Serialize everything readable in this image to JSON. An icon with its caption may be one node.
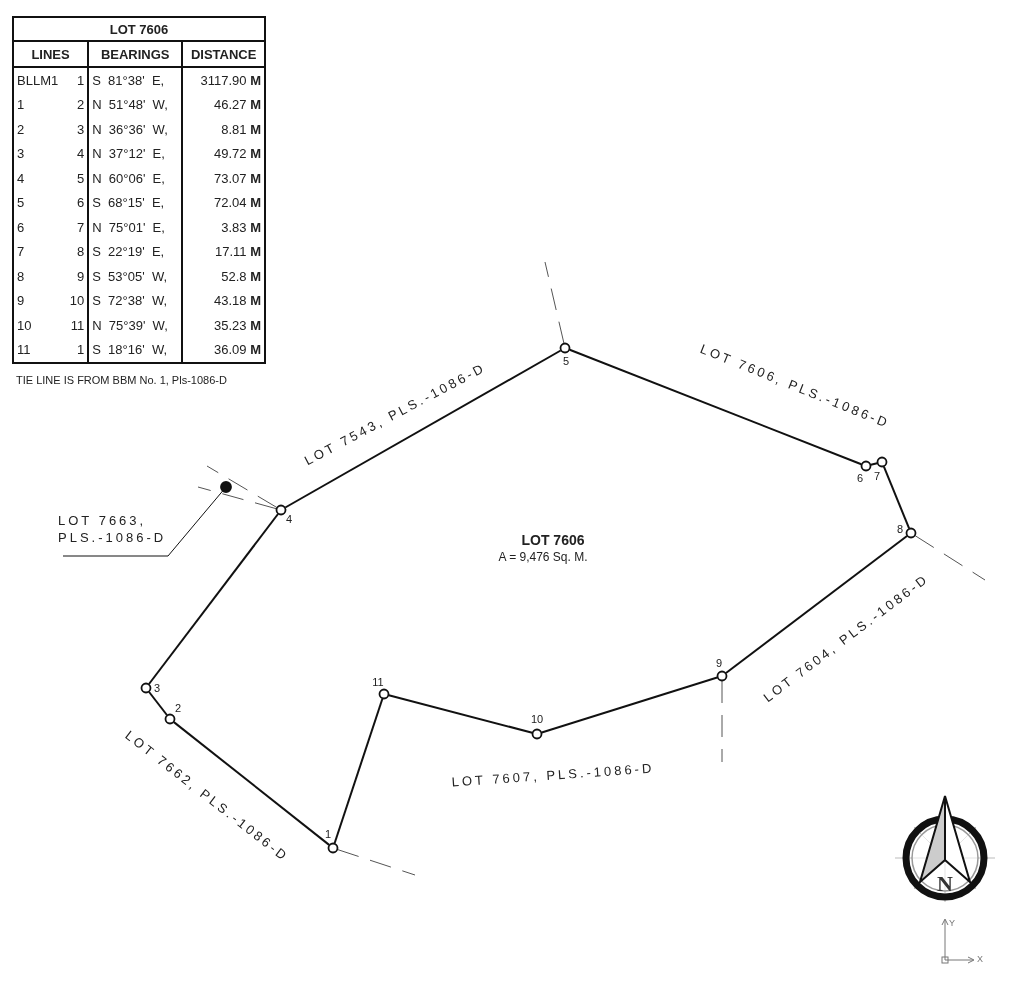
{
  "diagram": {
    "nodes": [
      {
        "text": [],
        "shape": "circle",
        "beside": [
          "1"
        ]
      },
      {
        "text": [],
        "shape": "circle",
        "beside": [
          "2"
        ]
      },
      {
        "text": [],
        "shape": "circle",
        "beside": [
          "3"
        ]
      },
      {
        "text": [],
        "shape": "circle",
        "beside": [
          "4"
        ]
      },
      {
        "text": [],
        "shape": "circle",
        "beside": [
          "5"
        ]
      },
      {
        "text": [],
        "shape": "circle",
        "beside": [
          "6"
        ]
      },
      {
        "text": [],
        "shape": "circle",
        "beside": [
          "7"
        ]
      },
      {
        "text": [],
        "shape": "circle",
        "beside": [
          "8"
        ]
      },
      {
        "text": [],
        "shape": "circle",
        "beside": [
          "9"
        ]
      },
      {
        "text": [],
        "shape": "circle",
        "beside": [
          "10"
        ]
      },
      {
        "text": [],
        "shape": "circle",
        "beside": [
          "11"
        ]
      },
      {
        "text": [],
        "shape": "circle"
      },
      {
        "text": [
          "LOT 7663, PLS.-1086-D"
        ]
      }
    ],
    "edges": [
      {
        "from": 0,
        "to": 1,
        "arrow": "none"
      },
      {
        "from": 1,
        "to": 2,
        "arrow": "none"
      },
      {
        "from": 2,
        "to": 3,
        "arrow": "none"
      },
      {
        "from": 3,
        "to": 4,
        "arrow": "none"
      },
      {
        "from": 4,
        "to": 5,
        "arrow": "none"
      },
      {
        "from": 5,
        "to": 6,
        "arrow": "none"
      },
      {
        "from": 6,
        "to": 7,
        "arrow": "none"
      },
      {
        "from": 7,
        "to": 8,
        "arrow": "none"
      },
      {
        "from": 8,
        "to": 9,
        "arrow": "none"
      },
      {
        "from": 9,
        "to": 10,
        "arrow": "none"
      },
      {
        "from": 10,
        "to": 0,
        "arrow": "none"
      },
      {
        "from": 3,
        "to": null,
        "arrow": "none",
        "style": "dashed"
      },
      {
        "from": 3,
        "to": null,
        "arrow": "none",
        "style": "dashed"
      },
      {
        "from": 4,
        "to": null,
        "arrow": "none",
        "style": "dashed"
      },
      {
        "from": 7,
        "to": null,
        "arrow": "none",
        "style": "dashed"
      },
      {
        "from": 8,
        "to": null,
        "arrow": "none",
        "style": "dashed"
      },
      {
        "from": 0,
        "to": null,
        "arrow": "none",
        "style": "dashed"
      },
      {
        "from": 12,
        "to": 11,
        "arrow": "none"
      }
    ],
    "labels": [
      "LOT 7606",
      "LINES",
      "BEARINGS",
      "DISTANCE",
      "BLLM1",
      "1",
      "S  81°38'  E,",
      "3117.90 **M**",
      "1",
      "2",
      "N  51°48'  W,",
      "46.27 **M**",
      "2",
      "3",
      "N  36°36'  W,",
      "8.81 **M**",
      "3",
      "4",
      "N  37°12'  E,",
      "49.72 **M**",
      "4",
      "5",
      "N  60°06'  E,",
      "73.07 **M**",
      "5",
      "6",
      "S  68°15'  E,",
      "72.04 **M**",
      "6",
      "7",
      "N  75°01'  E,",
      "3.83 **M**",
      "7",
      "8",
      "S  22°19'  E,",
      "17.11 **M**",
      "8",
      "9",
      "S  53°05'  W,",
      "52.8 **M**",
      "9",
      "10",
      "S  72°38'  W,",
      "43.18 **M**",
      "10",
      "11",
      "N  75°39'  W,",
      "35.23 **M**",
      "11",
      "1",
      "S  18°16'  W,",
      "36.09 **M**",
      "TIE LINE IS FROM BBM No. 1, Pls-1086-D",
      "LOT 7606",
      "A = 9,476 Sq. M.",
      "LOT 7543, PLS.-1086-D",
      "LOT 7606, PLS.-1086-D",
      "LOT 7604, PLS.-1086-D",
      "LOT 7607, PLS.-1086-D",
      "LOT 7662, PLS.-1086-D",
      "N",
      "Y",
      "X"
    ]
  }
}
